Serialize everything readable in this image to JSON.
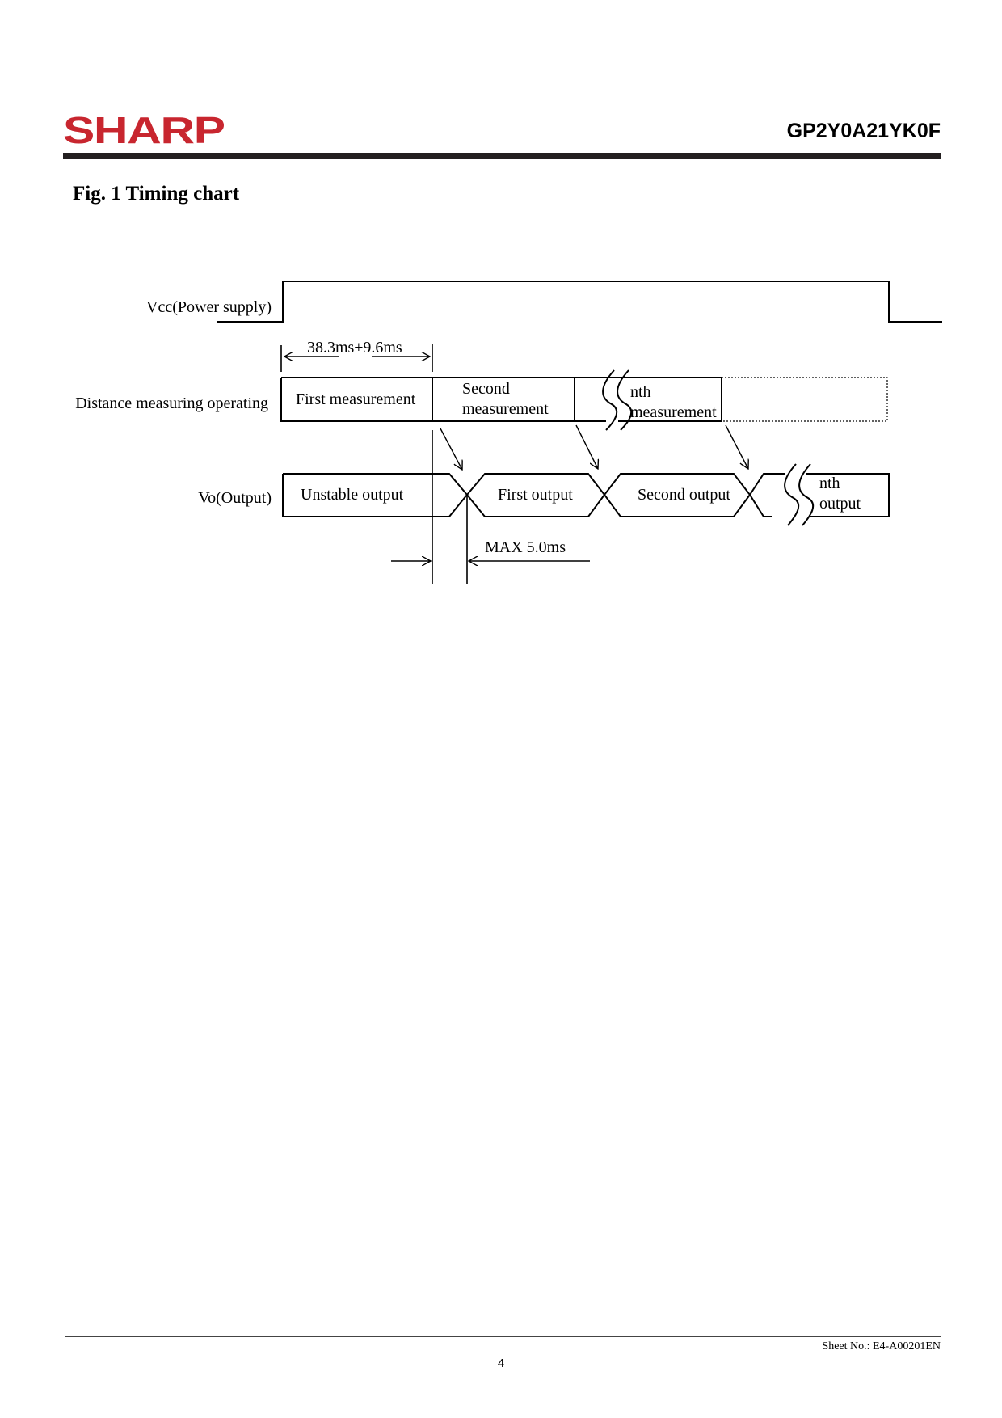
{
  "header": {
    "logo": "SHARP",
    "model": "GP2Y0A21YK0F"
  },
  "figure": {
    "title": "Fig. 1 Timing chart"
  },
  "diagram": {
    "signals": {
      "vcc": "Vcc(Power supply)",
      "distance": "Distance measuring operating",
      "output": "Vo(Output)"
    },
    "measurements": {
      "first": "First measurement",
      "second_line1": "Second",
      "second_line2": "measurement",
      "nth_line1": "nth",
      "nth_line2": "measurement"
    },
    "outputs": {
      "unstable": "Unstable output",
      "first": "First output",
      "second": "Second output",
      "nth_line1": "nth",
      "nth_line2": "output"
    },
    "timing": {
      "period": "38.3ms±9.6ms",
      "max_delay": "MAX 5.0ms"
    }
  },
  "footer": {
    "sheet_no": "Sheet No.: E4-A00201EN",
    "page": "4"
  }
}
